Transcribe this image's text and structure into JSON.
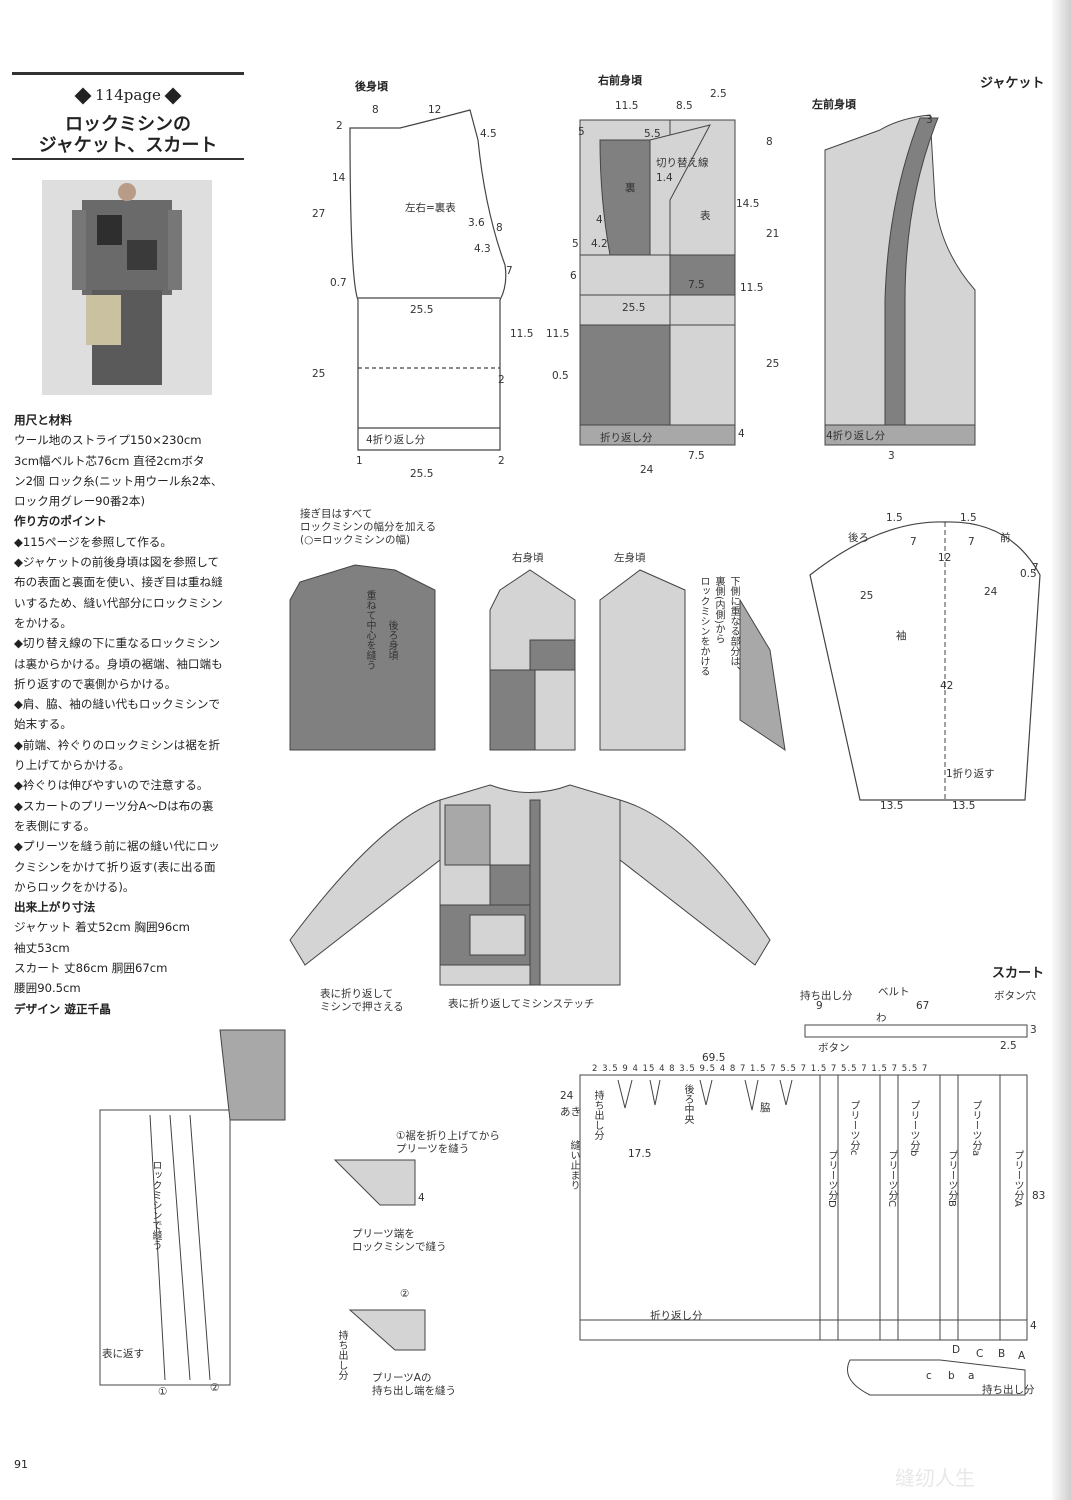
{
  "page": {
    "number": "91",
    "watermark": "缝纫人生"
  },
  "header": {
    "page_ref": "114page",
    "title_line1": "ロックミシンの",
    "title_line2": "ジャケット、スカート"
  },
  "text": {
    "materials_heading": "用尺と材料",
    "materials_body": "ウール地のストライプ150×230cm\n3cm幅ベルト芯76cm 直径2cmボタ\nン2個 ロック糸(ニット用ウール糸2本、\nロック用グレー90番2本)",
    "points_heading": "作り方のポイント",
    "points": [
      "◆115ページを参照して作る。",
      "◆ジャケットの前後身頃は図を参照して\n布の表面と裏面を使い、接ぎ目は重ね縫\nいするため、縫い代部分にロックミシン\nをかける。",
      "◆切り替え線の下に重なるロックミシン\nは裏からかける。身頃の裾端、袖口端も\n折り返すので裏側からかける。",
      "◆肩、脇、袖の縫い代もロックミシンで\n始末する。",
      "◆前端、衿ぐりのロックミシンは裾を折\nり上げてからかける。",
      "◆衿ぐりは伸びやすいので注意する。",
      "◆スカートのプリーツ分A～Dは布の裏\nを表側にする。",
      "◆プリーツを縫う前に裾の縫い代にロッ\nクミシンをかけて折り返す(表に出る面\nからロックをかける)。"
    ],
    "finished_heading": "出来上がり寸法",
    "finished_body": "ジャケット 着丈52cm 胸囲96cm\n袖丈53cm\nスカート 丈86cm 胴囲67cm\n腰囲90.5cm",
    "design_label": "デザイン 遊正千晶"
  },
  "labels": {
    "back": "後身頃",
    "right_front": "右前身頃",
    "left_front": "左前身頃",
    "jacket": "ジャケット",
    "skirt": "スカート",
    "sleeve": "袖",
    "belt": "ベルト",
    "button": "ボタン",
    "buttonhole": "ボタン穴",
    "extension": "持ち出し分",
    "fold4": "4折り返し分",
    "fold": "折り返し分",
    "fold_sleeve": "1折り返す",
    "back_note": "左右=裏表",
    "switch_line": "切り替え線",
    "ura": "裏",
    "omote": "表",
    "seam_note": "接ぎ目はすべて\nロックミシンの幅分を加える\n(○=ロックミシンの幅)",
    "right_bodice": "右身頃",
    "left_bodice": "左身頃",
    "back_center": "重ねて中心を縫う",
    "back_body": "後ろ身頃",
    "underlap": "下側に重なる部分は、\n裏側(内側)から\nロックミシンをかける",
    "cuff_note": "表に折り返して\nミシンで押さえる",
    "hem_note": "表に折り返してミシンステッチ",
    "back_label": "後ろ",
    "front_label": "前",
    "wa": "わ",
    "skirt_lock": "ロックミシンで縫う",
    "skirt_fold": "表に返す",
    "pleat_fold": "①裾を折り上げてから\nプリーツを縫う",
    "pleat_edge": "プリーツ端を\nロックミシンで縫う",
    "pleat_A": "プリーツAの\n持ち出し端を縫う",
    "opening": "あき",
    "center_back": "後ろ中央",
    "dart": "脇",
    "sew_end": "縫い止まり",
    "ext_side": "持ち出し分",
    "circled1": "①",
    "circled2": "②",
    "pleat_a": "プリーツ分A",
    "pleat_b": "プリーツ分B",
    "pleat_c": "プリーツ分C",
    "pleat_d": "プリーツ分D",
    "small_a": "プリーツ分a",
    "small_b": "プリーツ分b",
    "small_c": "プリーツ分c"
  },
  "dims": {
    "b8": "8",
    "b12": "12",
    "b2": "2",
    "b45": "4.5",
    "b14": "14",
    "b27": "27",
    "b36": "3.6",
    "b8v": "8",
    "b43": "4.3",
    "b7": "7",
    "b07": "0.7",
    "b255": "25.5",
    "b115": "11.5",
    "b25": "25",
    "b2b": "2",
    "b1": "1",
    "b2c": "2",
    "b255b": "25.5",
    "r115": "11.5",
    "r85": "8.5",
    "r25": "2.5",
    "r5": "5",
    "r55": "5.5",
    "r14": "1.4",
    "r4": "4",
    "r5b": "5",
    "r42": "4.2",
    "r6": "6",
    "r75": "7.5",
    "r255": "25.5",
    "r115b": "11.5",
    "r05": "0.5",
    "r4b": "4",
    "r75b": "7.5",
    "r24": "24",
    "r145": "14.5",
    "r8": "8",
    "r21": "21",
    "r115c": "11.5",
    "r25v": "25",
    "l3": "3",
    "l3b": "3",
    "s15a": "1.5",
    "s15b": "1.5",
    "s7a": "7",
    "s7b": "7",
    "s12": "12",
    "s05": "0.5",
    "s7c": "7",
    "s25": "25",
    "s24": "24",
    "s42": "42",
    "s135a": "13.5",
    "s135b": "13.5",
    "k9": "9",
    "k67": "67",
    "k3": "3",
    "k25": "2.5",
    "k695": "69.5",
    "k24": "24",
    "k175": "17.5",
    "k83": "83",
    "k4": "4",
    "k4b": "4",
    "top_seq": "2 3.5 9 4 15 4 8 3.5 9.5 4 8 7 1.5 7 5.5 7 1.5 7 5.5 7 1.5 7 5.5 7",
    "ka": "a",
    "kb": "b",
    "kc": "c",
    "kA": "A",
    "kB": "B",
    "kC": "C",
    "kD": "D"
  },
  "colors": {
    "dark": "#808080",
    "mid": "#a8a8a8",
    "light": "#d4d4d4",
    "paper": "#ffffff",
    "line": "#444444"
  }
}
